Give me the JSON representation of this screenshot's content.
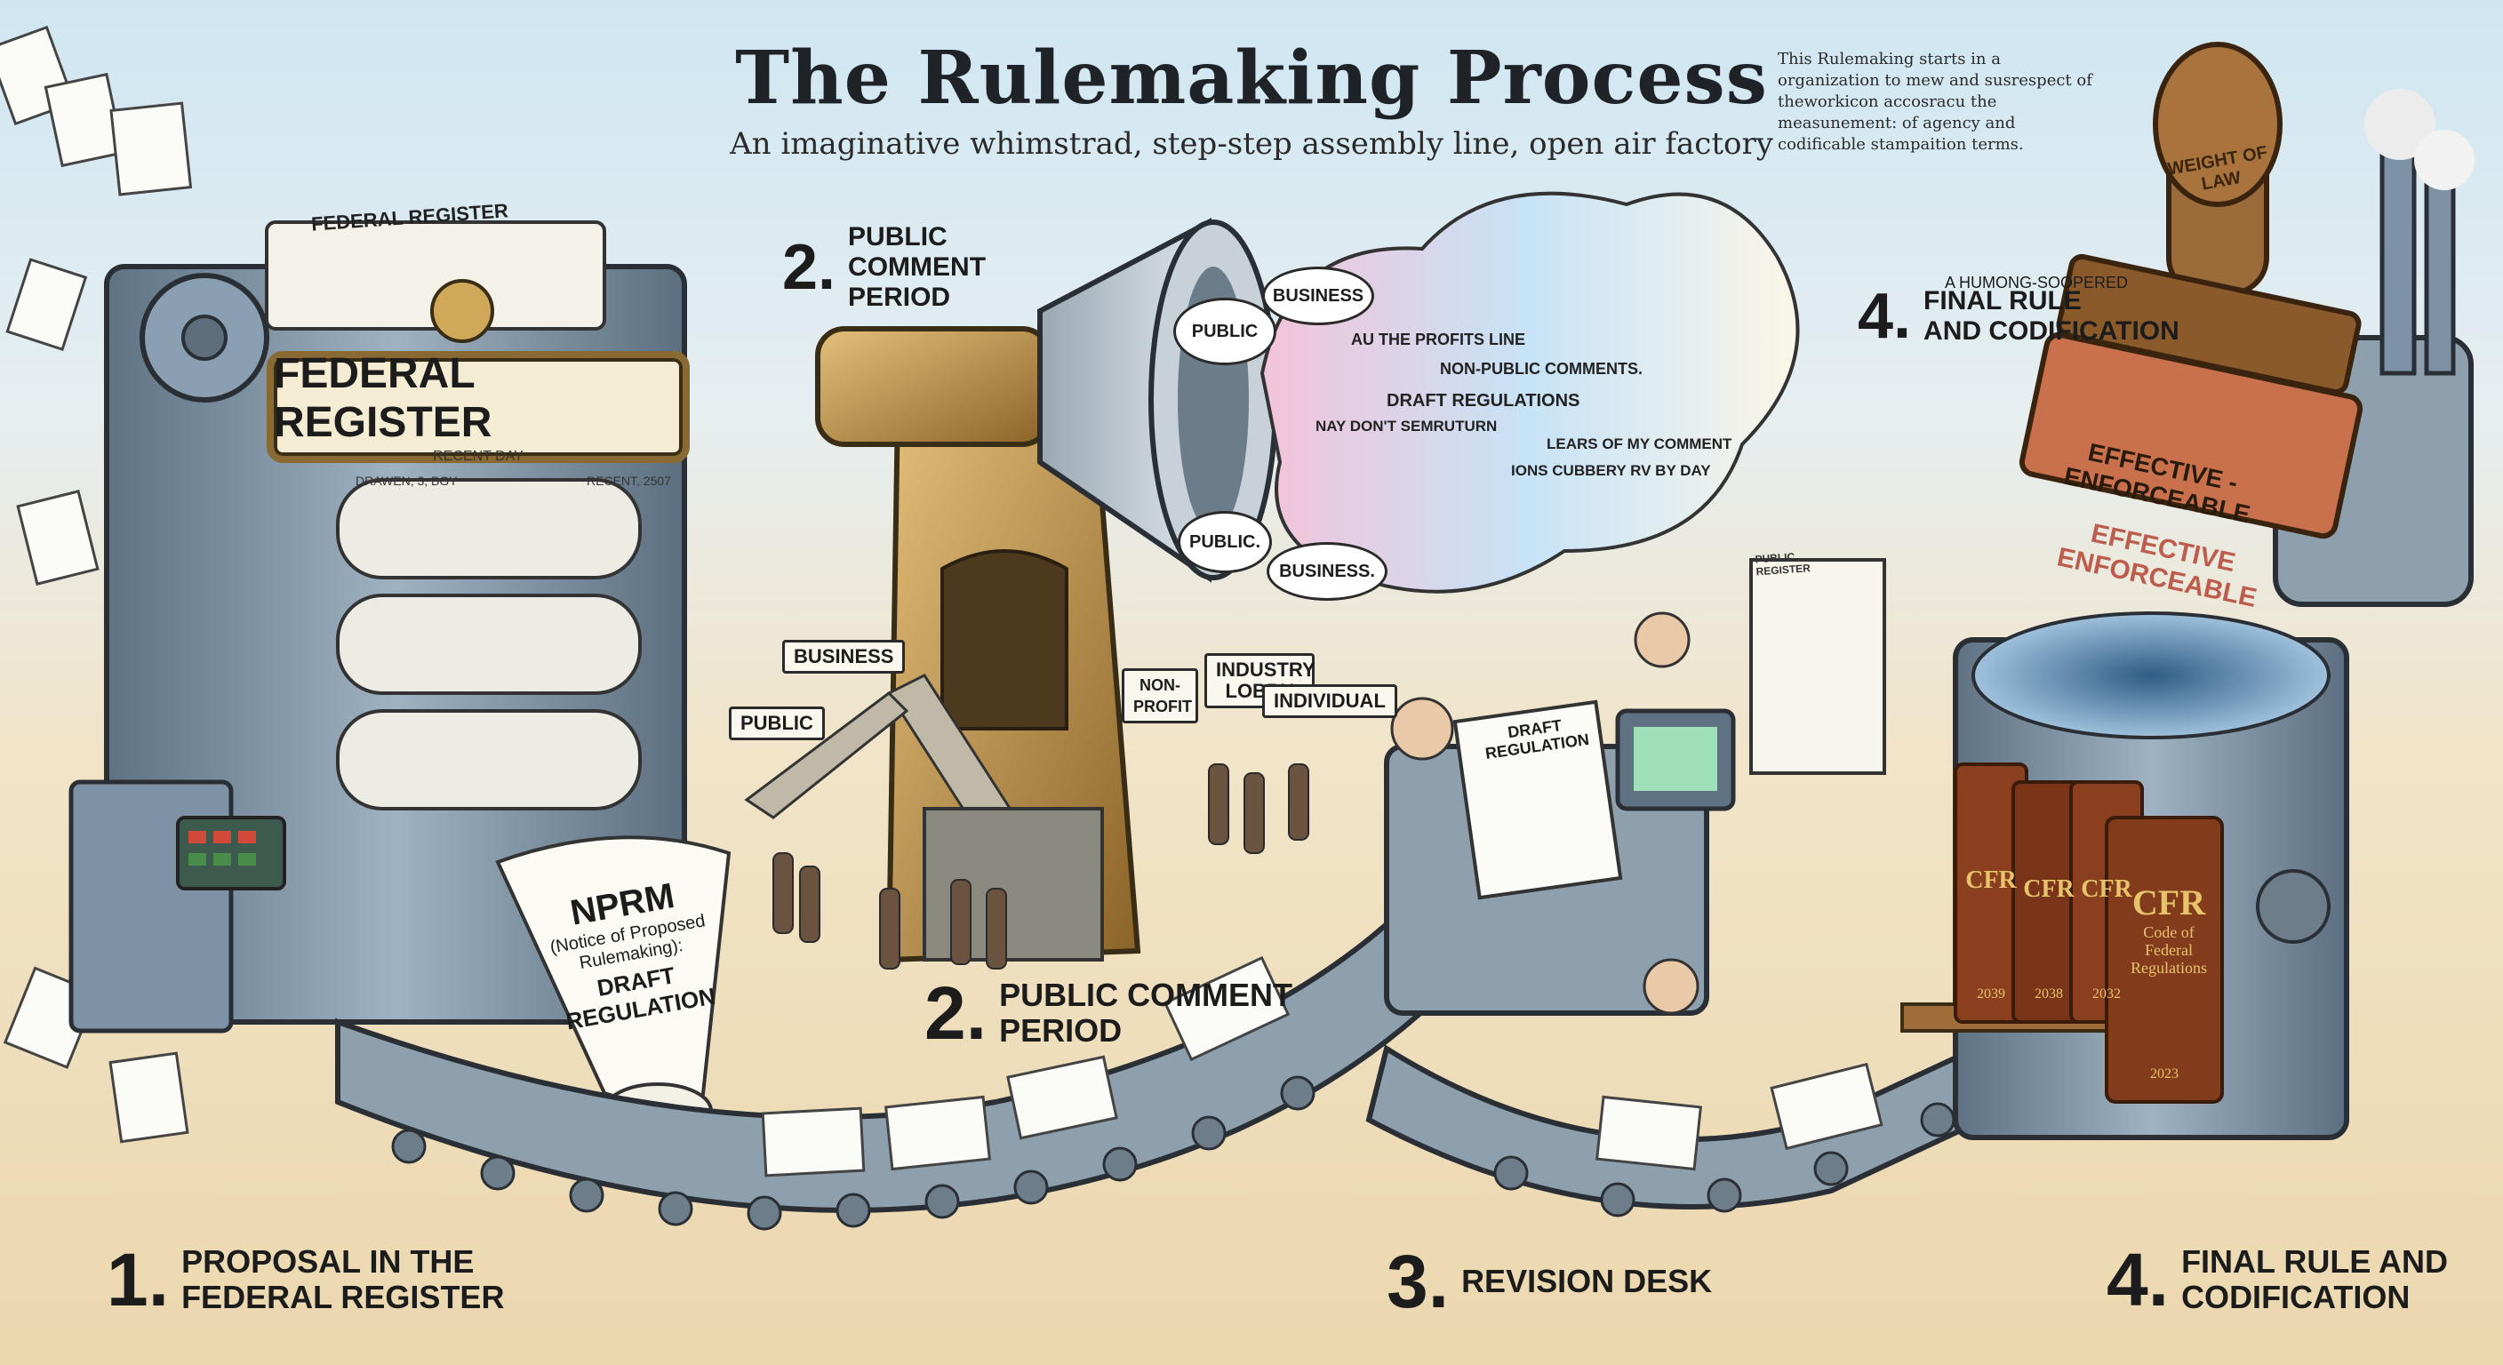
{
  "header": {
    "title": "The Rulemaking Process",
    "subtitle": "An imaginative whimstrad, step-step assembly line, open air factory",
    "note": "This Rulemaking starts in a organization to mew and susrespect of theworkicon accosracu the measunement: of agency and codificable stampaition terms."
  },
  "steps": {
    "step1": {
      "number": "1.",
      "label_line1": "Proposal in the",
      "label_line2": "Federal Register"
    },
    "step2_top": {
      "number": "2.",
      "label_line1": "Public",
      "label_line2": "Comment",
      "label_line3": "Period"
    },
    "step2": {
      "number": "2.",
      "label_line1": "Public Comment",
      "label_line2": "Period"
    },
    "step3": {
      "number": "3.",
      "label": "Revision Desk"
    },
    "step4_top": {
      "number": "4.",
      "kicker": "A HUMONG-SOOPERED",
      "label_line1": "Final Rule",
      "label_line2": "and Codification"
    },
    "step4": {
      "number": "4.",
      "label_line1": "Final Rule and",
      "label_line2": "Codification"
    }
  },
  "federal_register": {
    "banner": "FEDERAL REGISTER",
    "banner_sub": "RECENT DAY",
    "corner_left": "DRAWEN, 3, BGY",
    "corner_right": "RECENT, 2507",
    "top_sheet": "FEDERAL REGISTER"
  },
  "nprm_scroll": {
    "heading": "NPRM",
    "subheading": "(Notice of Proposed Rulemaking):",
    "body": "DRAFT REGULATION"
  },
  "comment_signs": [
    "BUSINESS",
    "PUBLIC",
    "NON-PROFIT",
    "INDUSTRY LOBBY",
    "INDIVIDUAL"
  ],
  "speech_bubbles": [
    "PUBLIC",
    "BUSINESS",
    "PUBLIC.",
    "BUSINESS."
  ],
  "comment_cloud_lines": [
    "NON-PUBLIC COMMENTS.",
    "DRAFT REGULATIONS",
    "AU THE PROFITS LINE",
    "NAY DON'T SEMRUTURN",
    "IONS CUBBERY RV BY DAY",
    "LEARS OF MY COMMENT"
  ],
  "revision": {
    "draft_sheet": "DRAFT REGULATION",
    "paper_stack": "PUBLIC REGISTER"
  },
  "stamp": {
    "handle_text": "WEIGHT OF LAW",
    "face_text": "EFFECTIVE - ENFORCEABLE",
    "imprint_text": "EFFECTIVE ENFORCEABLE"
  },
  "cfr_books": [
    {
      "spine": "CFR",
      "year": "2039"
    },
    {
      "spine": "CFR",
      "year": "2038"
    },
    {
      "spine": "CFR",
      "year": "2032"
    },
    {
      "spine": "CFR",
      "year": "2023",
      "detail_line1": "Code of",
      "detail_line2": "Federal",
      "detail_line3": "Regulations"
    }
  ],
  "colors": {
    "sky": "#cfe6f2",
    "sand": "#ecd7ae",
    "machine_steel": "#7d93a5",
    "brass": "#b8894a",
    "book_leather": "#8a3f1f",
    "stamp_wood": "#8b5a2b",
    "ink": "#1c1c1c"
  }
}
